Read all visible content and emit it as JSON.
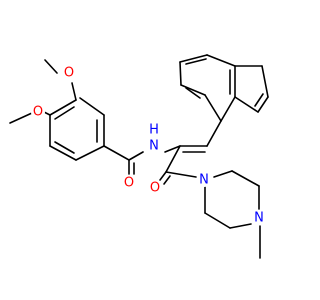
{
  "molecule": {
    "atoms": {
      "o_methoxy_top": "O",
      "o_methoxy_left": "O",
      "o_amide_benzoyl": "O",
      "n_amide": "N",
      "h_amide": "H",
      "o_amide_piperazine": "O",
      "n_piperazine_1": "N",
      "n_piperazine_4": "N"
    }
  }
}
